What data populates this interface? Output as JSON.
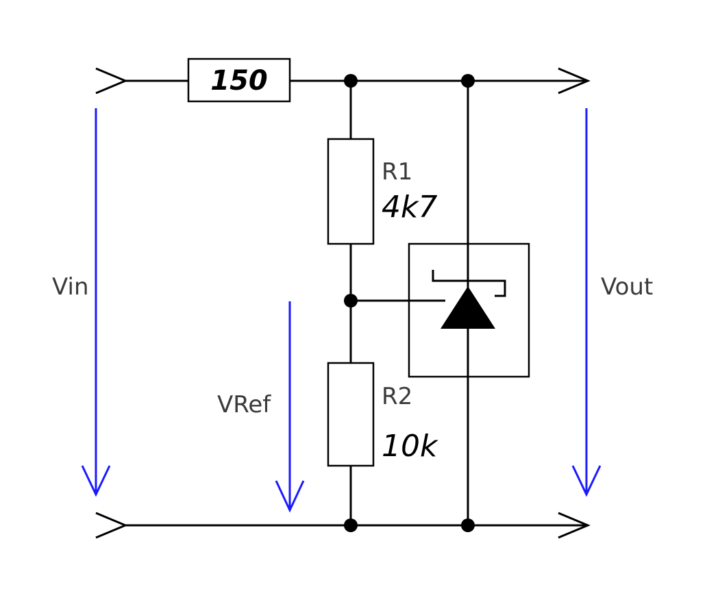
{
  "series_resistor": {
    "value": "150"
  },
  "r1": {
    "name": "R1",
    "value": "4k7"
  },
  "r2": {
    "name": "R2",
    "value": "10k"
  },
  "voltages": {
    "vin": "Vin",
    "vref": "VRef",
    "vout": "Vout"
  },
  "colors": {
    "wire": "#000000",
    "arrow": "#1a1aff",
    "label": "#3a3a3a"
  },
  "icons": {
    "reference": "shunt-regulator-icon",
    "terminal": "terminal-chevron-icon"
  }
}
